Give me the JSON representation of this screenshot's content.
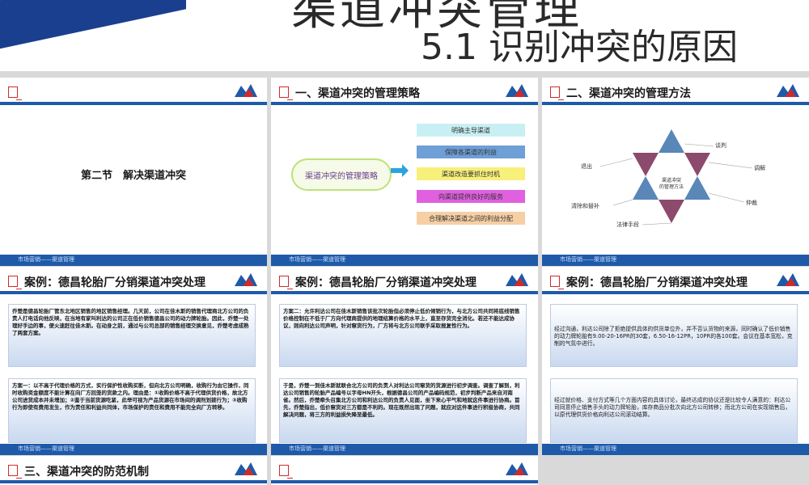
{
  "header": {
    "top_title": "渠道冲突管理",
    "section_title": "5.1 识别冲突的原因"
  },
  "footer_text": "市场营销——渠道管理",
  "slides": [
    {
      "title": "",
      "center_text": "第二节　解决渠道冲突"
    },
    {
      "title": "一、渠道冲突的管理策略",
      "oval": "渠道冲突的管理策略",
      "boxes": [
        "明确主导渠道",
        "保障各渠道的利益",
        "渠道改造要抓住时机",
        "向渠道提供良好的服务",
        "合理解决渠道之间的利益分配"
      ],
      "box_colors": [
        "#c8f0f4",
        "#6e9fd6",
        "#f7f07a",
        "#e060e0",
        "#f6cfa5"
      ]
    },
    {
      "title": "二、渠道冲突的管理方法",
      "center_label_1": "渠道冲突",
      "center_label_2": "的管理方法",
      "labels": [
        "谈判",
        "调解",
        "仲裁",
        "法律手段",
        "清除和替补",
        "退出"
      ]
    },
    {
      "title": "案例：德昌轮胎厂分销渠道冲突处理",
      "text1": "乔楚是德昌轮胎厂管东北地区销售的地区销售经理。几天前，公司在佳木斯的销售代理商北方公司的负责人打电话向他反映，在当地有家叫利达的公司正在低价销售德昌公司的动力牌轮胎。因此，乔楚一处理好手边的事，便火速赶往佳木斯。在动身之前，通过与公司总部的销售经理交换意见，乔楚考虑成熟了两套方案。",
      "text2": "方案一：以不高于代理价格的方式，实行保护性收购买断，但向北方公司明确，收购行为由它操作，同时收购资金额度不能计算在向厂方回笼的货款之内。理由是：①收购价格不高于代理供货价格，故北方公司进货成本并未增加；②鉴于当前货源吃紧，此举可视为产品货源在市场间的调剂划拨行为；③收购行为即使有费用发生，作为责任和利益共同体，市场保护的责任和费用不能完全向厂方转移。"
    },
    {
      "title": "案例：德昌轮胎厂分销渠道冲突处理",
      "text1": "方案二：允许利达公司在佳木斯销售该批次轮胎但必须停止低价倾销行为，与北方公司共同将底线销售价格控制在不低于厂方向代理商提供的地理结算价格的水平上，直至存货完全消化。若还不能达成协议，则向利达公司声明，针对窜货行为，厂方将与北方公司联手采取报复性行为。",
      "text2": "于是，乔楚一到佳木斯就联合北方公司的负责人对利达公司窜货的货源进行初步调查。调查了解到，利达公司销售的轮胎产品编号以字母HN开头，根据德昌公司的产品编码规范，初步判断产品来自河南省。然后，乔楚牵头召集北方公司和利达公司的负责人见面，坐下来心平气和地就这件事进行协商。首先，乔楚指出，低价窜货对三方都是不利的。现在既然出现了问题，就应对这件事进行积极协商，共同解决问题，将三方的利益损失降至最低。"
    },
    {
      "title": "案例：德昌轮胎厂分销渠道冲突处理",
      "text1": "经过沟通，利达公司除了拒绝提供具体的供货单位外，并不否认货物的来源，同时确认了低价销售的动力牌轮胎有9.00-20-16PR的30套，6.50-16-12PR，10PR的各100套。会议在基本宽松，克制的气氛中进行。",
      "text2": "经过就价格、支付方式等几个方面内容的具体讨论，最终达成的协议还是比较令人满意的：利达公司同意停止销售手头的动力牌轮胎，库存商品分批次向北方公司转移；而北方公司在实现销售后，以原代理供货价格向利达公司滚动结算。"
    },
    {
      "title": "三、渠道冲突的防范机制"
    },
    {
      "title": ""
    }
  ]
}
